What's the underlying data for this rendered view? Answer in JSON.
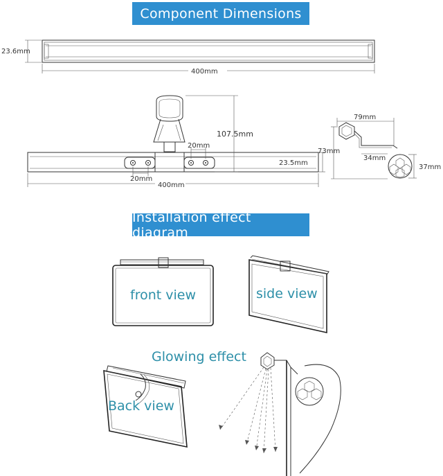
{
  "banners": {
    "top": "Component Dimensions",
    "middle": "Installation effect diagram"
  },
  "dimensions": {
    "bar_height": "23.6mm",
    "bar_length_top": "400mm",
    "clip_height": "107.5mm",
    "spacing_upper": "20mm",
    "spacing_lower": "20mm",
    "bar_height_mid": "23.5mm",
    "bar_length_mid": "400mm",
    "side_width": "79mm",
    "side_height": "73mm",
    "side_arm": "34mm",
    "side_knob": "37mm"
  },
  "views": {
    "front": "front view",
    "side": "side view",
    "back": "Back view",
    "glowing": "Glowing effect"
  }
}
